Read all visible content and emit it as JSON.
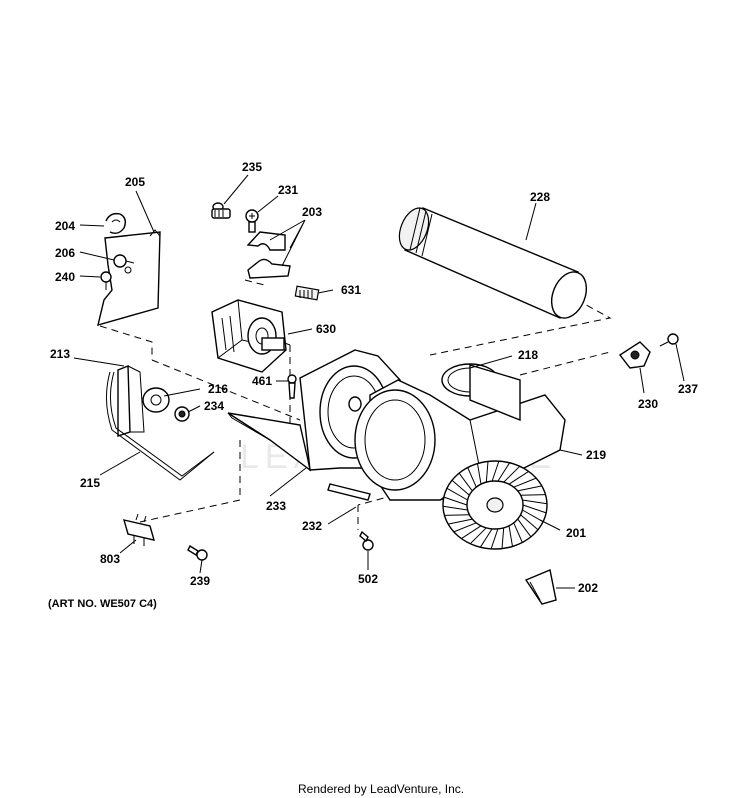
{
  "diagram": {
    "parts": [
      {
        "id": "p205",
        "label": "205"
      },
      {
        "id": "p204",
        "label": "204"
      },
      {
        "id": "p206",
        "label": "206"
      },
      {
        "id": "p240",
        "label": "240"
      },
      {
        "id": "p235",
        "label": "235"
      },
      {
        "id": "p231",
        "label": "231"
      },
      {
        "id": "p203",
        "label": "203"
      },
      {
        "id": "p228",
        "label": "228"
      },
      {
        "id": "p631",
        "label": "631"
      },
      {
        "id": "p630",
        "label": "630"
      },
      {
        "id": "p213",
        "label": "213"
      },
      {
        "id": "p216",
        "label": "216"
      },
      {
        "id": "p234",
        "label": "234"
      },
      {
        "id": "p461",
        "label": "461"
      },
      {
        "id": "p218",
        "label": "218"
      },
      {
        "id": "p230",
        "label": "230"
      },
      {
        "id": "p237",
        "label": "237"
      },
      {
        "id": "p219",
        "label": "219"
      },
      {
        "id": "p215",
        "label": "215"
      },
      {
        "id": "p233",
        "label": "233"
      },
      {
        "id": "p232",
        "label": "232"
      },
      {
        "id": "p201",
        "label": "201"
      },
      {
        "id": "p803",
        "label": "803"
      },
      {
        "id": "p502",
        "label": "502"
      },
      {
        "id": "p239",
        "label": "239"
      },
      {
        "id": "p202",
        "label": "202"
      }
    ],
    "art_number": "(ART NO. WE507 C4)",
    "footer": "Rendered by LeadVenture, Inc.",
    "watermark": "LEADVENTURE"
  }
}
